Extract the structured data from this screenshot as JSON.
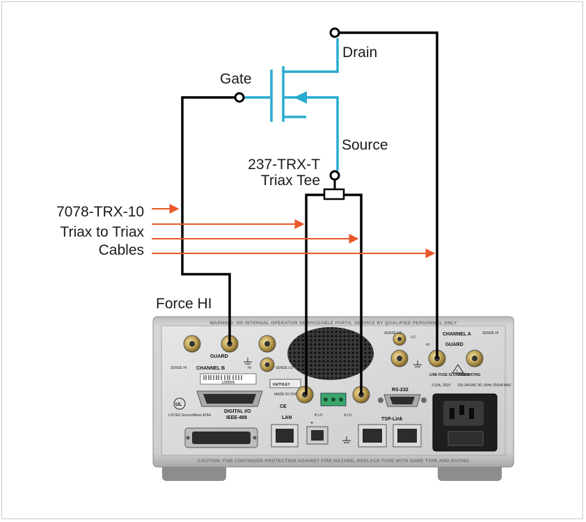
{
  "labels": {
    "drain": "Drain",
    "gate": "Gate",
    "source": "Source",
    "tee_line1": "237-TRX-T",
    "tee_line2": "Triax Tee",
    "cables_line1": "7078-TRX-10",
    "cables_line2": "Triax to Triax",
    "cables_line3": "Cables",
    "force_hi": "Force HI"
  },
  "panel": {
    "warning": "WARNING: NO INTERNAL OPERATOR SERVICEABLE PARTS, SERVICE BY QUALIFIED PERSONNEL ONLY",
    "caution": "CAUTION: FOR CONTINUED PROTECTION AGAINST FIRE HAZARD, REPLACE FUSE WITH SAME TYPE AND RATING",
    "channel_b": "CHANNEL B",
    "channel_a": "CHANNEL A",
    "guard": "GUARD",
    "sense_hi": "SENSE HI",
    "sense_lo": "SENSE LO",
    "hi": "HI",
    "lo": "LO",
    "digital_io": "DIGITAL I/O",
    "ieee": "IEEE-488",
    "lan": "LAN",
    "rs232": "RS-232",
    "tsp_link": "TSP-Link",
    "line_fuse": "LINE FUSE SLOWBLOW",
    "line_rating": "LINE RATING",
    "fuse_value": "3.15A, 250V",
    "rating_value": "100-240VAC 50, 60Hz 250VA MAX",
    "brand": "KEITHLEY",
    "made_in": "MADE IN CHINA",
    "listed": "LISTED SourceMeter 4ZA4",
    "serial": "1288896"
  },
  "colors": {
    "arrow": "#e8582a",
    "mosfet": "#29abd0",
    "wire": "#000000"
  },
  "icons": [
    "connector-icon",
    "ground-icon",
    "usb-icon",
    "ce-mark-icon",
    "ul-mark-icon",
    "warning-triangle-icon"
  ]
}
